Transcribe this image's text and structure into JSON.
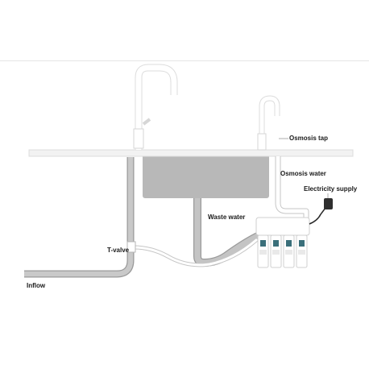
{
  "labels": {
    "osmosis_tap": "Osmosis tap",
    "osmosis_water": "Osmosis water",
    "electricity_supply": "Electricity supply",
    "waste_water": "Waste water",
    "t_valve": "T-valve",
    "inflow": "Inflow"
  },
  "colors": {
    "pipe_grey": "#c3c3c3",
    "pipe_dark": "#9a9a9a",
    "sink_fill": "#b8b8b8",
    "counter": "#f2f2f2",
    "tube_white": "#ffffff",
    "tube_outline": "#c6c6c6",
    "filter_label": "#3a6f7a",
    "cable": "#2a2a2a"
  },
  "filter_cartridges": 4
}
